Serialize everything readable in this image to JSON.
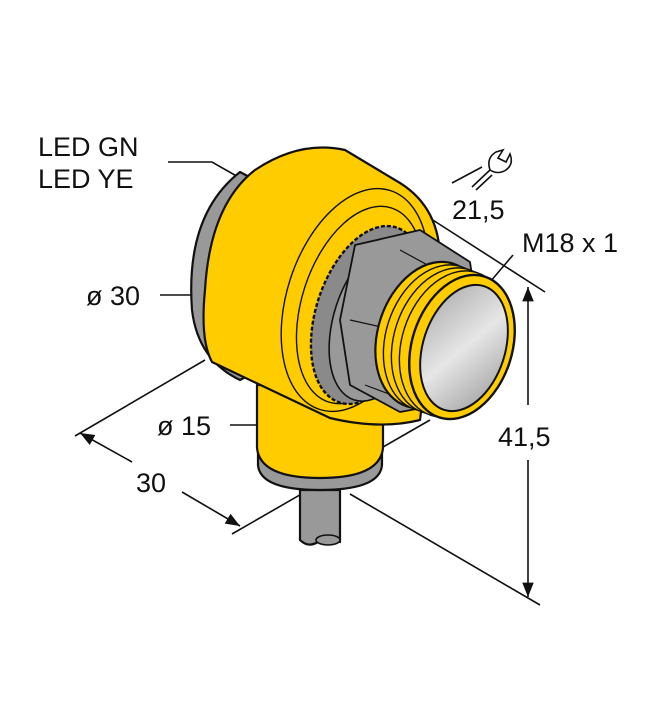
{
  "diagram": {
    "title": "Photoelectric sensor dimension drawing",
    "colors": {
      "housing_yellow": "#ffcc00",
      "gray": "#999999",
      "dark_gray": "#8a8a8a",
      "lens_light": "#e0e0e0",
      "line": "#111111",
      "background": "#ffffff"
    },
    "labels": {
      "led_gn": "LED GN",
      "led_ye": "LED YE",
      "wrench_size": "21,5",
      "thread": "M18 x 1",
      "diameter_body": "ø 30",
      "diameter_stem": "ø 15",
      "depth": "30",
      "height": "41,5"
    },
    "icons": {
      "wrench": "wrench-icon"
    }
  }
}
